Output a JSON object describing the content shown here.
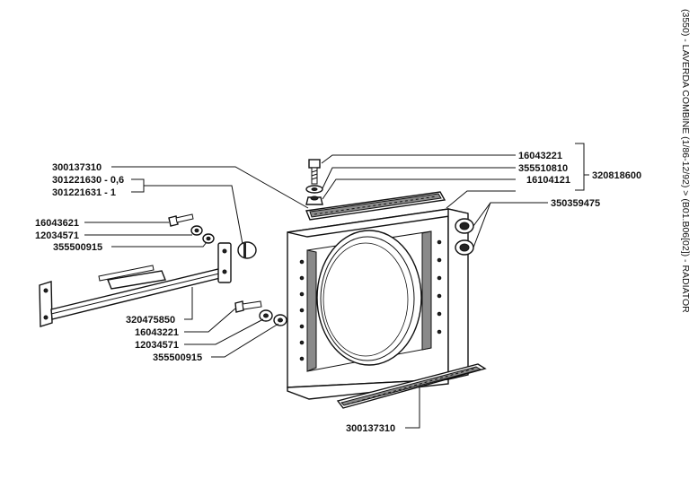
{
  "side_title": "(3550) - LAVERDA COMBINE (1/86-12/92) > (B01.B06[02]) - RADIATOR",
  "labels": {
    "l1": "300137310",
    "l2": "301221630 - 0,6",
    "l3": "301221631 - 1",
    "l4": "16043621",
    "l5": "12034571",
    "l6": "355500915",
    "l7": "320475850",
    "l8": "16043221",
    "l9": "12034571",
    "l10": "355500915",
    "l11": "16043221",
    "l12": "355510810",
    "l13": "16104121",
    "l14": "320818600",
    "l15": "350359475",
    "l16": "300137310"
  }
}
